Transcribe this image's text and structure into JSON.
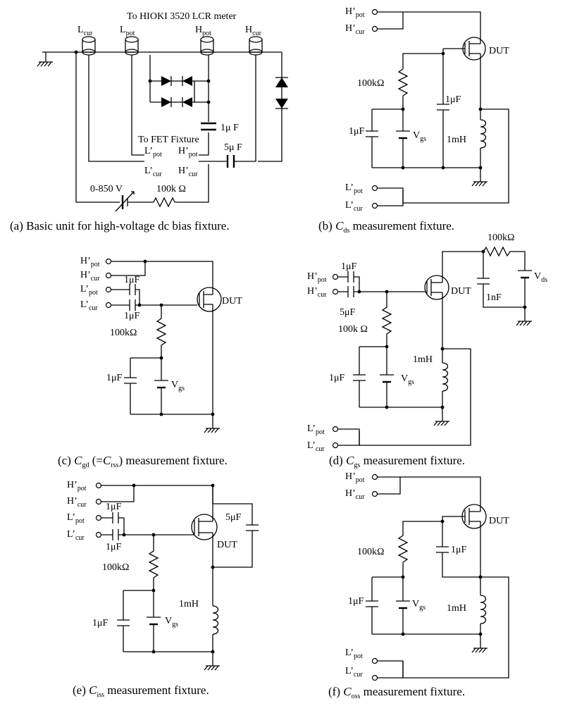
{
  "colors": {
    "ink": "#000000",
    "background": "#ffffff"
  },
  "panel_a": {
    "top_label": "To HIOKI 3520 LCR meter",
    "fixture_label": "To FET Fixture",
    "connectors": [
      {
        "base": "L",
        "sub": "cur"
      },
      {
        "base": "L",
        "sub": "pot"
      },
      {
        "base": "H",
        "sub": "pot"
      },
      {
        "base": "H",
        "sub": "cur"
      }
    ],
    "fixture_terms": [
      {
        "base": "L’",
        "sub": "pot"
      },
      {
        "base": "H’",
        "sub": "pot"
      },
      {
        "base": "L’",
        "sub": "cur"
      },
      {
        "base": "H’",
        "sub": "cur"
      }
    ],
    "cap_small": "1μ F",
    "cap_large": "5μ F",
    "voltage": "0-850 V",
    "resistor": "100k Ω",
    "caption": "(a) Basic unit for high-voltage dc bias fixture."
  },
  "panel_b": {
    "terms": [
      {
        "base": "H’",
        "sub": "pot"
      },
      {
        "base": "H’",
        "sub": "cur"
      },
      {
        "base": "L’",
        "sub": "pot"
      },
      {
        "base": "L’",
        "sub": "cur"
      }
    ],
    "dut": "DUT",
    "r": "100kΩ",
    "cap_gate": "1μF",
    "cap_ds": "1μF",
    "vgs": {
      "base": "V",
      "sub": "gs"
    },
    "ind": "1mH",
    "caption": {
      "pre": "(b) ",
      "sym": "C",
      "sub": "ds",
      "post": " measurement fixture."
    }
  },
  "panel_c": {
    "terms": [
      {
        "base": "H’",
        "sub": "pot"
      },
      {
        "base": "H’",
        "sub": "cur"
      },
      {
        "base": "L’",
        "sub": "pot"
      },
      {
        "base": "L’",
        "sub": "cur"
      }
    ],
    "dut": "DUT",
    "cap_top": "1μF",
    "cap_bot": "1μF",
    "r": "100kΩ",
    "cap_gate": "1μF",
    "vgs": {
      "base": "V",
      "sub": "gs"
    },
    "caption": {
      "pre": "(c) ",
      "sym": "C",
      "sub": "gd",
      "mid": " (=",
      "sym2": "C",
      "sub2": "rss",
      "post": ") measurement fixture."
    }
  },
  "panel_d": {
    "terms": [
      {
        "base": "H’",
        "sub": "pot"
      },
      {
        "base": "H’",
        "sub": "cur"
      },
      {
        "base": "L’",
        "sub": "pot"
      },
      {
        "base": "L’",
        "sub": "cur"
      }
    ],
    "dut": "DUT",
    "cap_in": "1μF",
    "cap_5": "5μF",
    "r_gate": "100k Ω",
    "r_top": "100kΩ",
    "cap_1n": "1nF",
    "vds": {
      "base": "V",
      "sub": "ds"
    },
    "cap_gate": "1μF",
    "vgs": {
      "base": "V",
      "sub": "gs"
    },
    "ind": "1mH",
    "caption": {
      "pre": "(d) ",
      "sym": "C",
      "sub": "gs",
      "post": " measurement fixture."
    }
  },
  "panel_e": {
    "terms": [
      {
        "base": "H’",
        "sub": "pot"
      },
      {
        "base": "H’",
        "sub": "cur"
      },
      {
        "base": "L’",
        "sub": "pot"
      },
      {
        "base": "L’",
        "sub": "cur"
      }
    ],
    "dut": "DUT",
    "cap_top": "1μF",
    "cap_bot": "1μF",
    "cap_5": "5μF",
    "r": "100kΩ",
    "cap_gate": "1μF",
    "vgs": {
      "base": "V",
      "sub": "gs"
    },
    "ind": "1mH",
    "caption": {
      "pre": "(e) ",
      "sym": "C",
      "sub": "iss",
      "post": " measurement fixture."
    }
  },
  "panel_f": {
    "terms": [
      {
        "base": "H’",
        "sub": "pot"
      },
      {
        "base": "H’",
        "sub": "cur"
      },
      {
        "base": "L’",
        "sub": "pot"
      },
      {
        "base": "L’",
        "sub": "cur"
      }
    ],
    "dut": "DUT",
    "r": "100kΩ",
    "cap_ds": "1μF",
    "cap_gate": "1μF",
    "vgs": {
      "base": "V",
      "sub": "gs"
    },
    "ind": "1mH",
    "caption": {
      "pre": "(f) ",
      "sym": "C",
      "sub": "oss",
      "post": " measurement fixture."
    }
  }
}
